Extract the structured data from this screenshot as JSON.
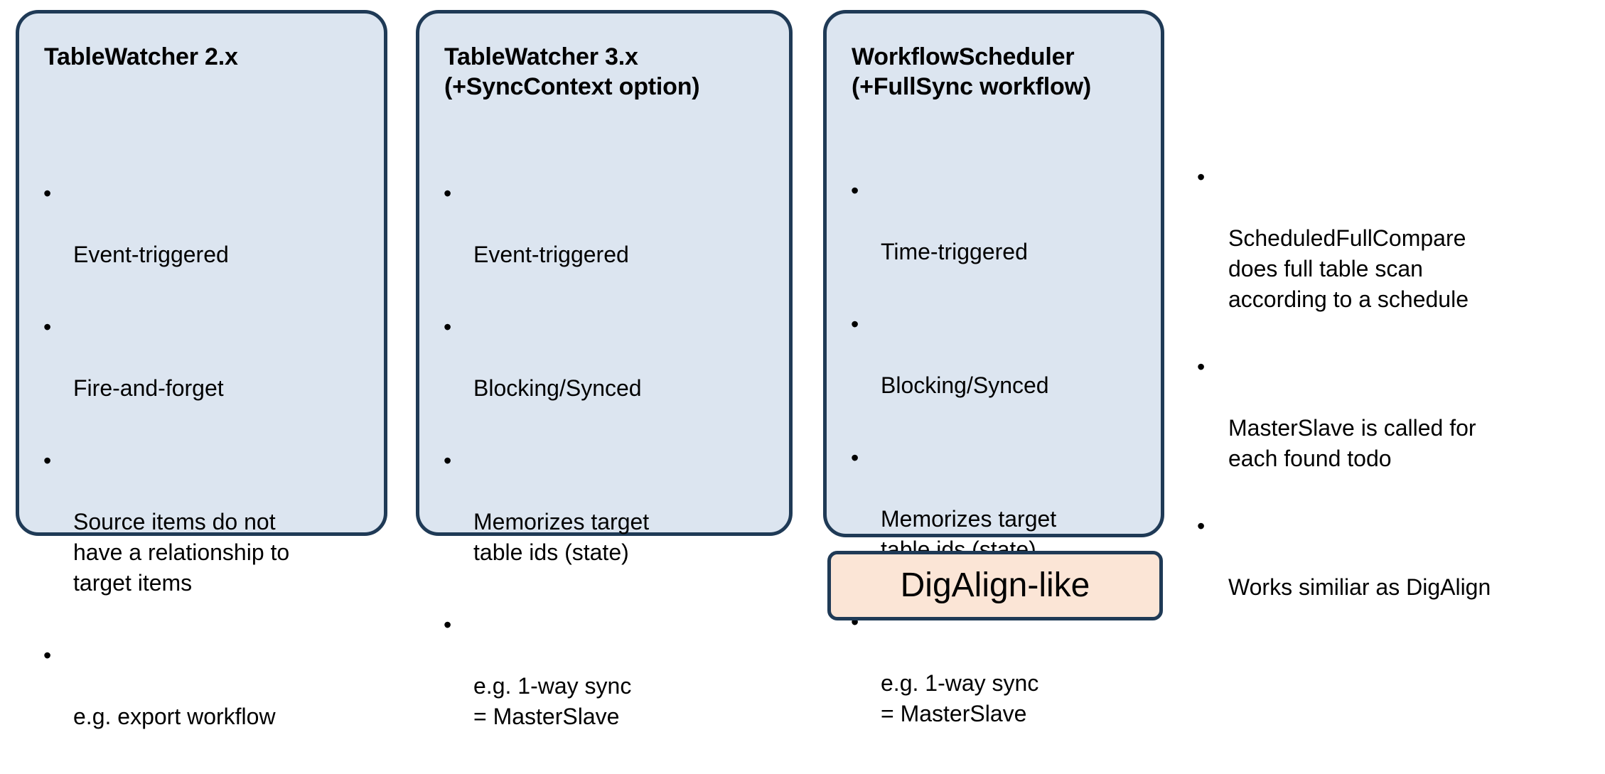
{
  "theme": {
    "card_fill": "#DCE5F0",
    "card_border": "#1F3A56",
    "badge_fill": "#FBE5D6",
    "badge_border": "#1F3A56",
    "text": "#000000",
    "background": "#FFFFFF"
  },
  "bullet_glyph": "•",
  "cards": [
    {
      "title": "TableWatcher 2.x",
      "bullets": [
        "Event-triggered",
        "Fire-and-forget",
        "Source items do not\nhave a relationship to\ntarget items",
        "e.g. export workflow"
      ]
    },
    {
      "title": "TableWatcher 3.x\n(+SyncContext option)",
      "bullets": [
        "Event-triggered",
        "Blocking/Synced",
        "Memorizes target\ntable ids (state)",
        "e.g. 1-way sync\n= MasterSlave"
      ]
    },
    {
      "title": "WorkflowScheduler\n(+FullSync workflow)",
      "bullets": [
        "Time-triggered",
        "Blocking/Synced",
        "Memorizes target\ntable ids (state)",
        "e.g. 1-way sync\n= MasterSlave"
      ]
    }
  ],
  "badge": {
    "label": "DigAlign-like"
  },
  "notes": [
    "ScheduledFullCompare\ndoes full table scan\naccording to a schedule",
    "MasterSlave is called for\neach found todo",
    "Works similiar as DigAlign"
  ]
}
